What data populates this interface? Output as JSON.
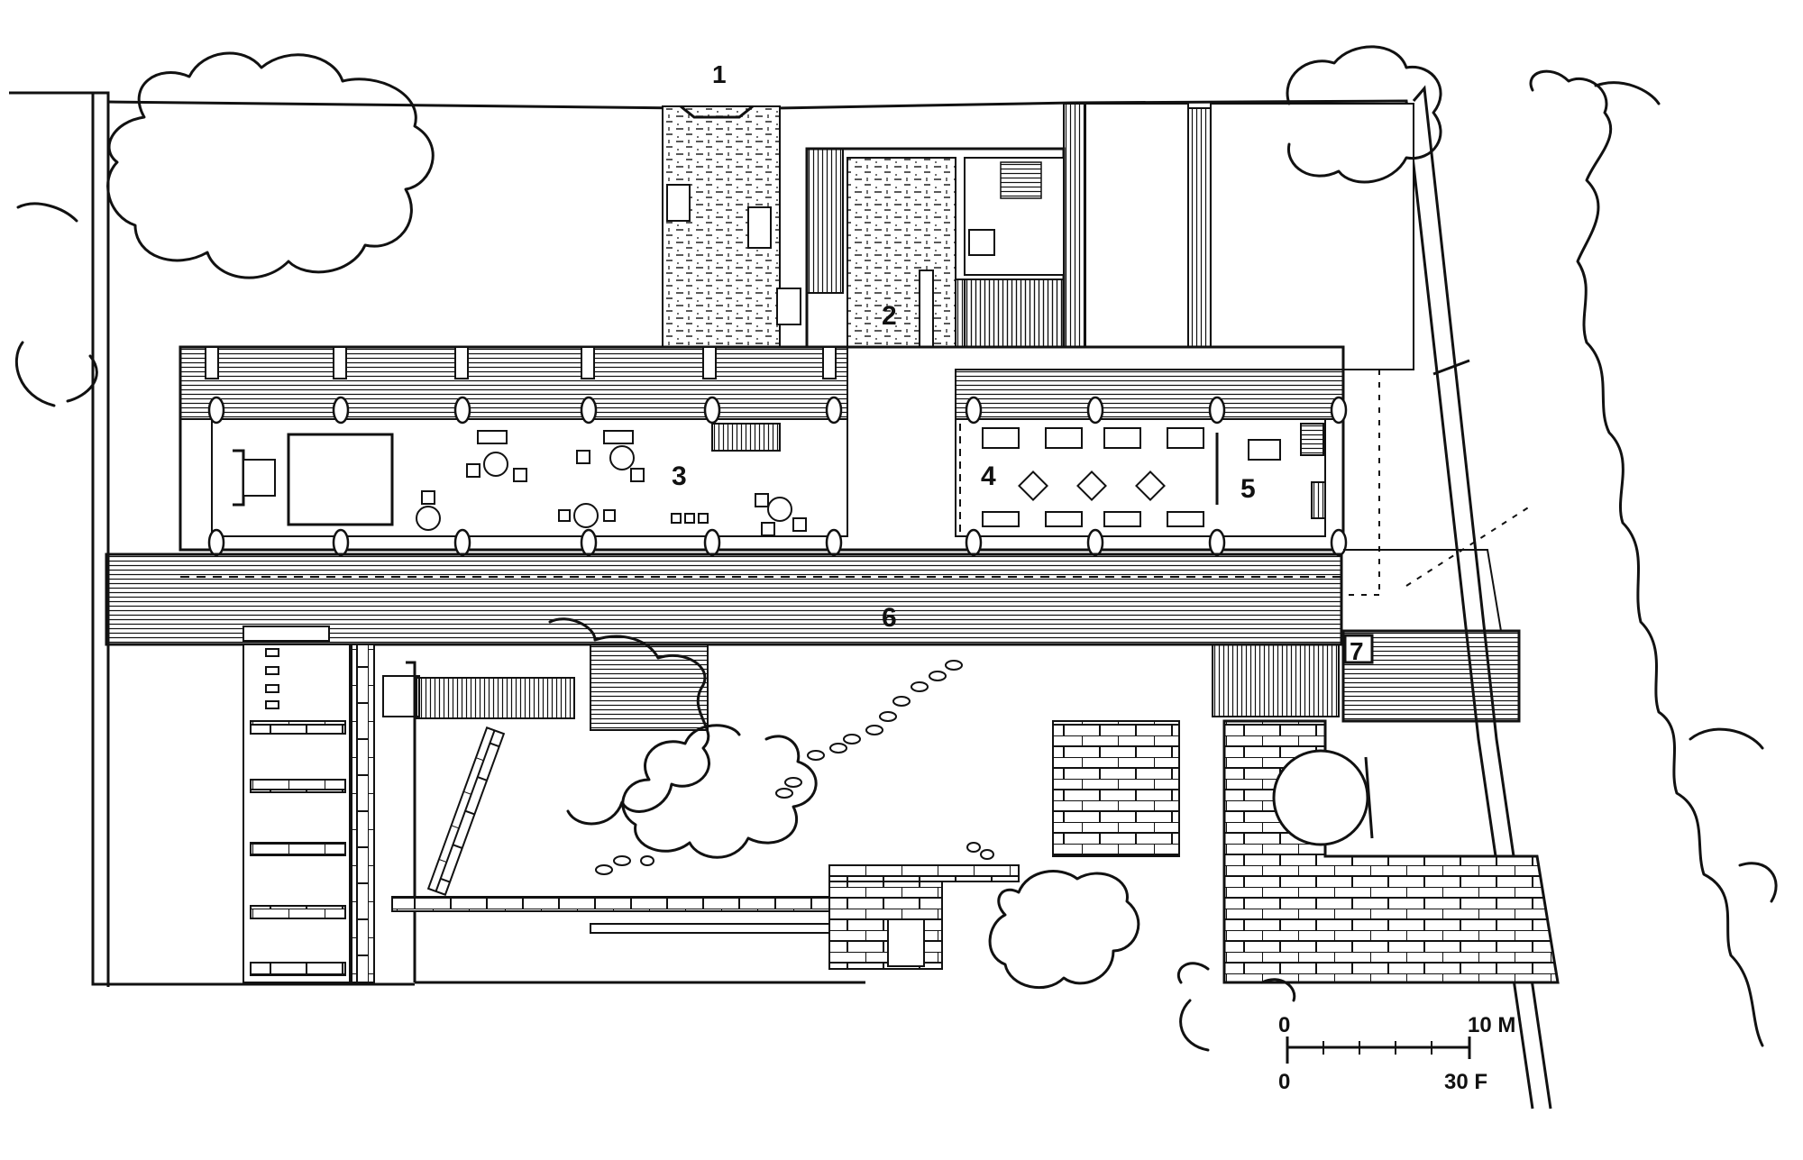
{
  "labels": {
    "l1": "1",
    "l2": "2",
    "l3": "3",
    "l4": "4",
    "l5": "5",
    "l6": "6",
    "l7": "7"
  },
  "scale_bar": {
    "top_start": "0",
    "top_end": "10 M",
    "bottom_start": "0",
    "bottom_end": "30 F"
  },
  "colors": {
    "ink": "#111111",
    "paper": "#ffffff"
  }
}
